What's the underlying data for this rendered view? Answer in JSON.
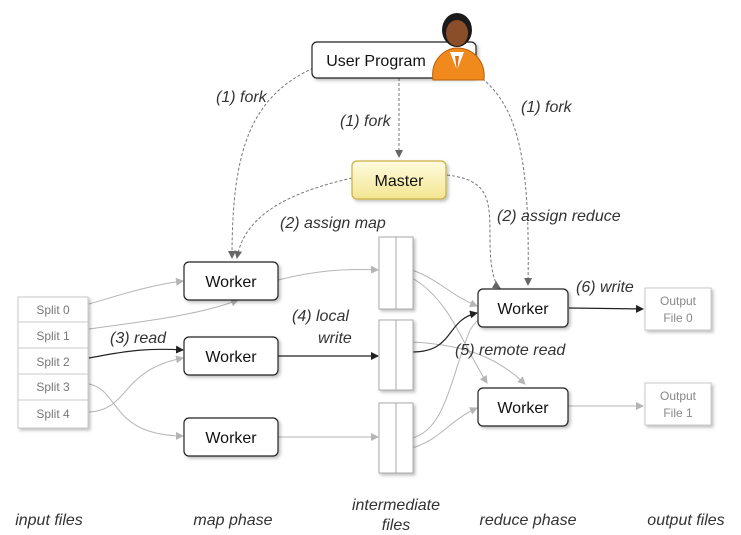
{
  "user_program": "User Program",
  "master": "Master",
  "workers": {
    "map": [
      "Worker",
      "Worker",
      "Worker"
    ],
    "reduce": [
      "Worker",
      "Worker"
    ]
  },
  "splits": [
    "Split 0",
    "Split 1",
    "Split 2",
    "Split 3",
    "Split 4"
  ],
  "outputs": [
    {
      "line1": "Output",
      "line2": "File 0"
    },
    {
      "line1": "Output",
      "line2": "File 1"
    }
  ],
  "steps": {
    "fork_left": "(1) fork",
    "fork_mid": "(1) fork",
    "fork_right": "(1) fork",
    "assign_map": "(2) assign map",
    "assign_reduce": "(2) assign reduce",
    "read": "(3) read",
    "local_write_1": "(4) local",
    "local_write_2": "write",
    "remote_read": "(5) remote read",
    "write": "(6) write"
  },
  "phases": {
    "input": "input files",
    "map": "map phase",
    "intermediate_1": "intermediate",
    "intermediate_2": "files",
    "reduce": "reduce phase",
    "output": "output files"
  },
  "colors": {
    "master_fill": "#fbf3b8",
    "master_stroke": "#c8b040",
    "dark_arrow": "#222222",
    "light_arrow": "#b5b5b5",
    "dashed_arrow": "#777777",
    "avatar_shirt": "#f08a1c"
  }
}
